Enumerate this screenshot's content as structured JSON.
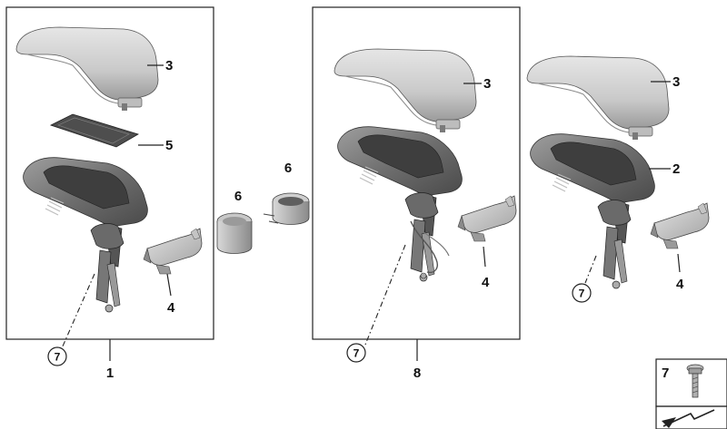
{
  "callouts": {
    "lid": "3",
    "mat": "5",
    "cup": "6",
    "trim": "4",
    "base": "2",
    "bolt": "7"
  },
  "assemblies": {
    "left": "1",
    "middle": "8"
  },
  "colors": {
    "part_light": "#d4d4d4",
    "part_mid": "#a9a9a9",
    "part_dark": "#5a5a5a",
    "line": "#222222"
  },
  "icons": [
    "armrest-lid-icon",
    "armrest-base-icon",
    "trim-cover-icon",
    "cup-holder-icon",
    "bolt-icon",
    "arrow-icon"
  ]
}
